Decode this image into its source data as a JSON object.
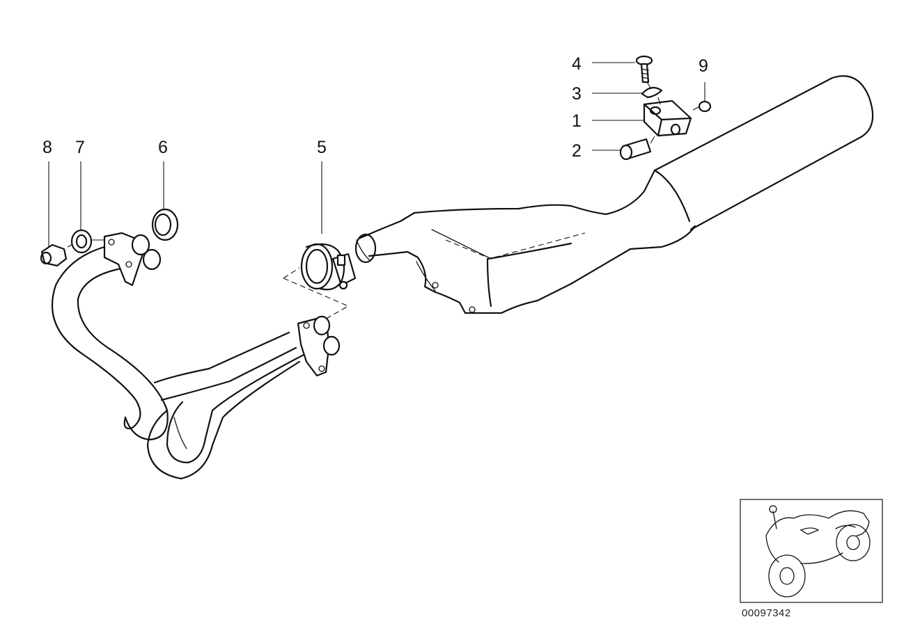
{
  "diagram": {
    "callouts": [
      {
        "id": "1",
        "label": "1"
      },
      {
        "id": "2",
        "label": "2"
      },
      {
        "id": "3",
        "label": "3"
      },
      {
        "id": "4",
        "label": "4"
      },
      {
        "id": "5",
        "label": "5"
      },
      {
        "id": "6",
        "label": "6"
      },
      {
        "id": "7",
        "label": "7"
      },
      {
        "id": "8",
        "label": "8"
      },
      {
        "id": "9",
        "label": "9"
      }
    ],
    "document_number": "00097342",
    "colors": {
      "line": "#111111",
      "background": "#ffffff"
    }
  }
}
